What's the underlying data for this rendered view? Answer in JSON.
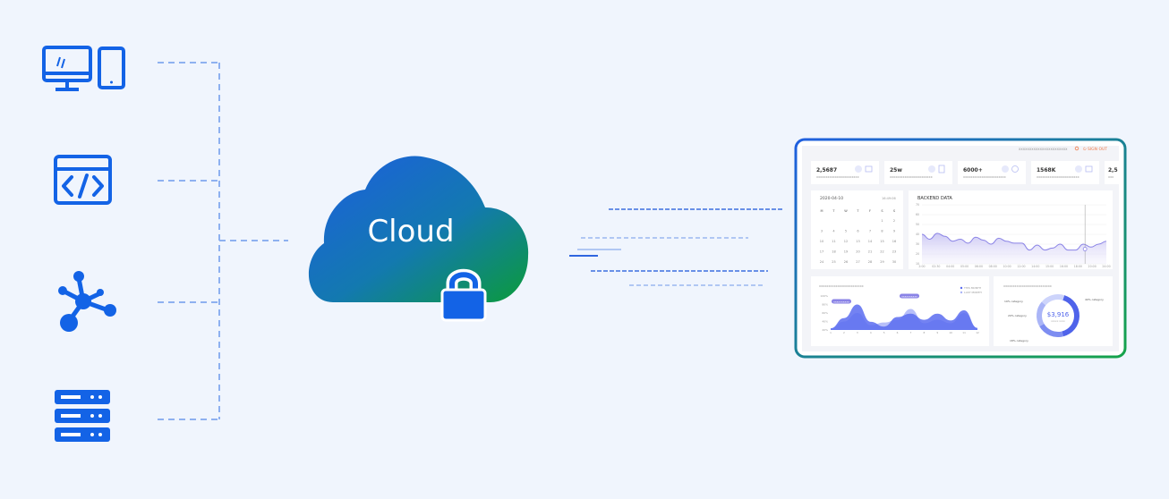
{
  "cloud": {
    "label": "Cloud"
  },
  "dashboard": {
    "header": {
      "user_id": "xxxxxxxxxxxxxxxxxxxxxxx",
      "signout": "⏻ SIGN OUT"
    },
    "stats": [
      {
        "value": "2,5687",
        "desc": "xxxxxxxxxxxxxxxxxxxxxxx"
      },
      {
        "value": "25w",
        "desc": "xxxxxxxxxxxxxxxxxxxxxxx"
      },
      {
        "value": "6000+",
        "desc": "xxxxxxxxxxxxxxxxxxxxxxx"
      },
      {
        "value": "1568K",
        "desc": "xxxxxxxxxxxxxxxxxxxxxxx"
      },
      {
        "value": "2,5",
        "desc": "xxx"
      }
    ],
    "calendar": {
      "date": "2020-04-10",
      "time": "16:49:06",
      "weekdays": [
        "M",
        "T",
        "W",
        "T",
        "F",
        "S",
        "S"
      ],
      "days": [
        [
          "",
          "",
          "",
          "",
          "",
          "1",
          "2"
        ],
        [
          "3",
          "4",
          "5",
          "6",
          "7",
          "8",
          "9"
        ],
        [
          "10",
          "11",
          "12",
          "13",
          "14",
          "15",
          "16"
        ],
        [
          "17",
          "18",
          "19",
          "20",
          "21",
          "22",
          "23"
        ],
        [
          "24",
          "25",
          "26",
          "27",
          "28",
          "29",
          "30"
        ]
      ]
    },
    "bottom_left_title": "xxxxxxxxxxxxxxxxxxxxxxxx",
    "bottom_right_title": "xxxxxxxxxxxxxxxxxxxxxxxxxx"
  },
  "chart_data": [
    {
      "type": "line",
      "title": "BACKEND DATA",
      "x": [
        "2:00",
        "02:30",
        "04:00",
        "05:00",
        "06:00",
        "08:00",
        "10:00",
        "12:00",
        "14:00",
        "15:00",
        "16:00",
        "18:00",
        "20:00",
        "24:00"
      ],
      "y_ticks": [
        "70",
        "60",
        "50",
        "40",
        "30",
        "20",
        "10"
      ],
      "ylim": [
        10,
        70
      ],
      "values": [
        40,
        35,
        41,
        38,
        33,
        35,
        31,
        37,
        34,
        30,
        36,
        33,
        31,
        31,
        24,
        29,
        24,
        26,
        30,
        24,
        24,
        30,
        27,
        30,
        33
      ],
      "marker": {
        "x_label": "20:00",
        "value": 25
      }
    },
    {
      "type": "area",
      "y_ticks": [
        "100%",
        "80%",
        "60%",
        "40%",
        "20%"
      ],
      "x": [
        "1",
        "2",
        "3",
        "4",
        "5",
        "6",
        "7",
        "8",
        "9",
        "10",
        "11",
        "12"
      ],
      "series": [
        {
          "name": "THIS MONTH",
          "color": "#5a6cf0",
          "values": [
            5,
            35,
            75,
            24,
            10,
            38,
            48,
            30,
            48,
            28,
            58,
            6
          ]
        },
        {
          "name": "LAST MONTH",
          "color": "#aab4f8",
          "values": [
            5,
            25,
            50,
            14,
            22,
            30,
            62,
            20,
            30,
            20,
            50,
            6
          ]
        }
      ],
      "tags": [
        "xxxxxxxxxx",
        "xxxxxxxxxx"
      ]
    },
    {
      "type": "pie",
      "center_value": "$3,916",
      "center_label": "xxxxx xxxx",
      "slices": [
        {
          "label": "40% category",
          "value": 40,
          "color": "#4f63ea"
        },
        {
          "label": "20% category",
          "value": 20,
          "color": "#7d8df1"
        },
        {
          "label": "19% category",
          "value": 19,
          "color": "#aab5f7"
        },
        {
          "label": "18% category",
          "value": 18,
          "color": "#cdd4fb"
        }
      ]
    }
  ],
  "colors": {
    "blue": "#1363e6",
    "dash": "#8eb1f0",
    "green": "#17a34a"
  }
}
